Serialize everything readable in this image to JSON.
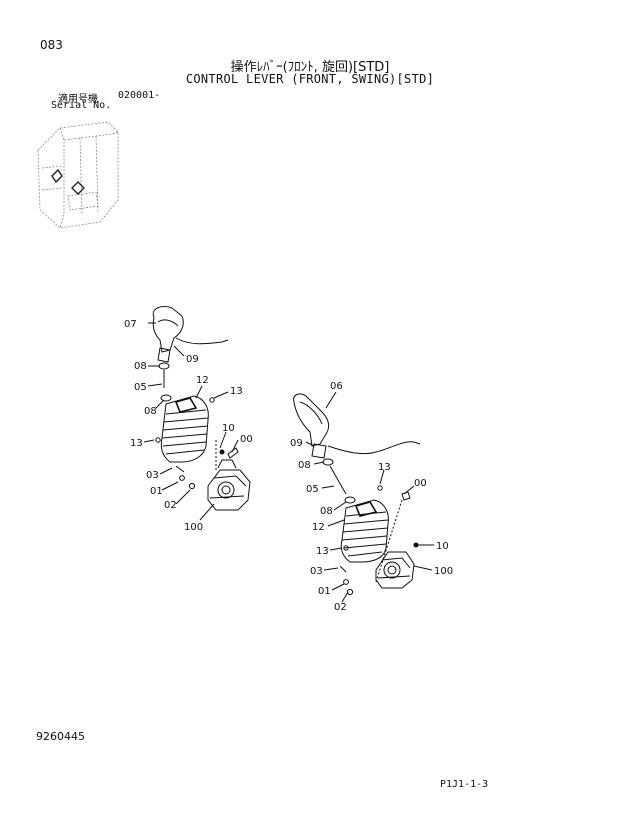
{
  "page": {
    "number": "083",
    "title_jp": "操作ﾚﾊﾞｰ(ﾌﾛﾝﾄ, 旋回)[STD]",
    "title_en": "CONTROL LEVER (FRONT, SWING)[STD]",
    "serial_label_jp": "適用号機",
    "serial_label_en": "Serial No.",
    "serial_value": "020001-",
    "document_number": "9260445",
    "reference_code": "P1J1-1-3"
  },
  "callouts_left": [
    "07",
    "09",
    "08",
    "05",
    "12",
    "13",
    "08",
    "13",
    "10",
    "00",
    "03",
    "01",
    "02",
    "100"
  ],
  "callouts_right": [
    "06",
    "09",
    "08",
    "13",
    "00",
    "05",
    "08",
    "12",
    "13",
    "10",
    "03",
    "100",
    "01",
    "02"
  ]
}
